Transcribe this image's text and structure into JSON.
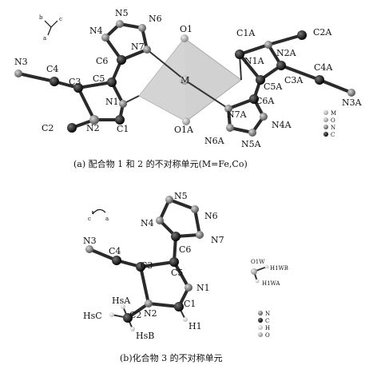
{
  "panel_a": {
    "caption": "(a) 配合物 1 和 2 的不对称单元(M=Fe,Co)",
    "axes": {
      "b": "b",
      "c": "c",
      "a": "a"
    },
    "atoms": [
      "N5",
      "N6",
      "N4",
      "N7",
      "C6",
      "O1",
      "C1A",
      "C2A",
      "N1A",
      "N2A",
      "N3",
      "C4",
      "C3",
      "C5",
      "M",
      "C4A",
      "C3A",
      "C5A",
      "N1",
      "C6A",
      "N3A",
      "N7A",
      "N4A",
      "C2",
      "N2",
      "C1",
      "O1A",
      "N6A",
      "N5A"
    ],
    "legend": [
      "M",
      "O",
      "N",
      "C"
    ],
    "colors": {
      "M": "#b8b8b8",
      "O": "#a0a0a0",
      "N": "#707070",
      "C": "#1a1a1a"
    }
  },
  "panel_b": {
    "caption": "(b)化合物 3 的不对称单元",
    "axes": {
      "c": "c",
      "a": "a"
    },
    "atoms": [
      "N5",
      "N4",
      "N6",
      "N7",
      "N3",
      "C4",
      "C6",
      "C3",
      "C5",
      "N1",
      "HsA",
      "N2",
      "C1",
      "HsC",
      "C2",
      "H1",
      "HsB",
      "O1W",
      "H1WB",
      "H1WA"
    ],
    "legend": [
      "N",
      "C",
      "H",
      "O"
    ]
  }
}
